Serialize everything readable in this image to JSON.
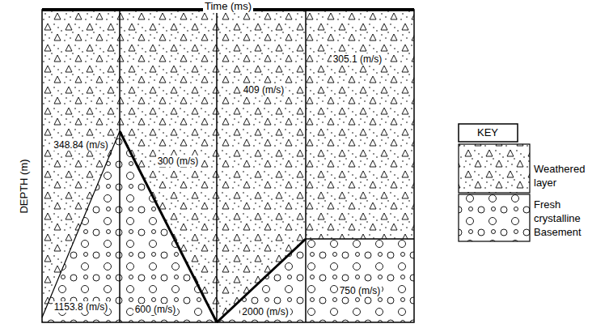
{
  "diagram": {
    "labels": [
      "Time (ms)",
      "DEPTH (m)",
      "348.84 (m/s)",
      "300 (m/s)",
      "409 (m/s)",
      "305.1 (m/s)",
      "1153.8 (m/s)",
      "600 (m/s)",
      "2000 (m/s)",
      "750 (m/s)",
      "KEY"
    ],
    "legend": [
      {
        "text": "Weathered layer"
      },
      {
        "text": "Fresh crystalline Basement"
      }
    ]
  }
}
